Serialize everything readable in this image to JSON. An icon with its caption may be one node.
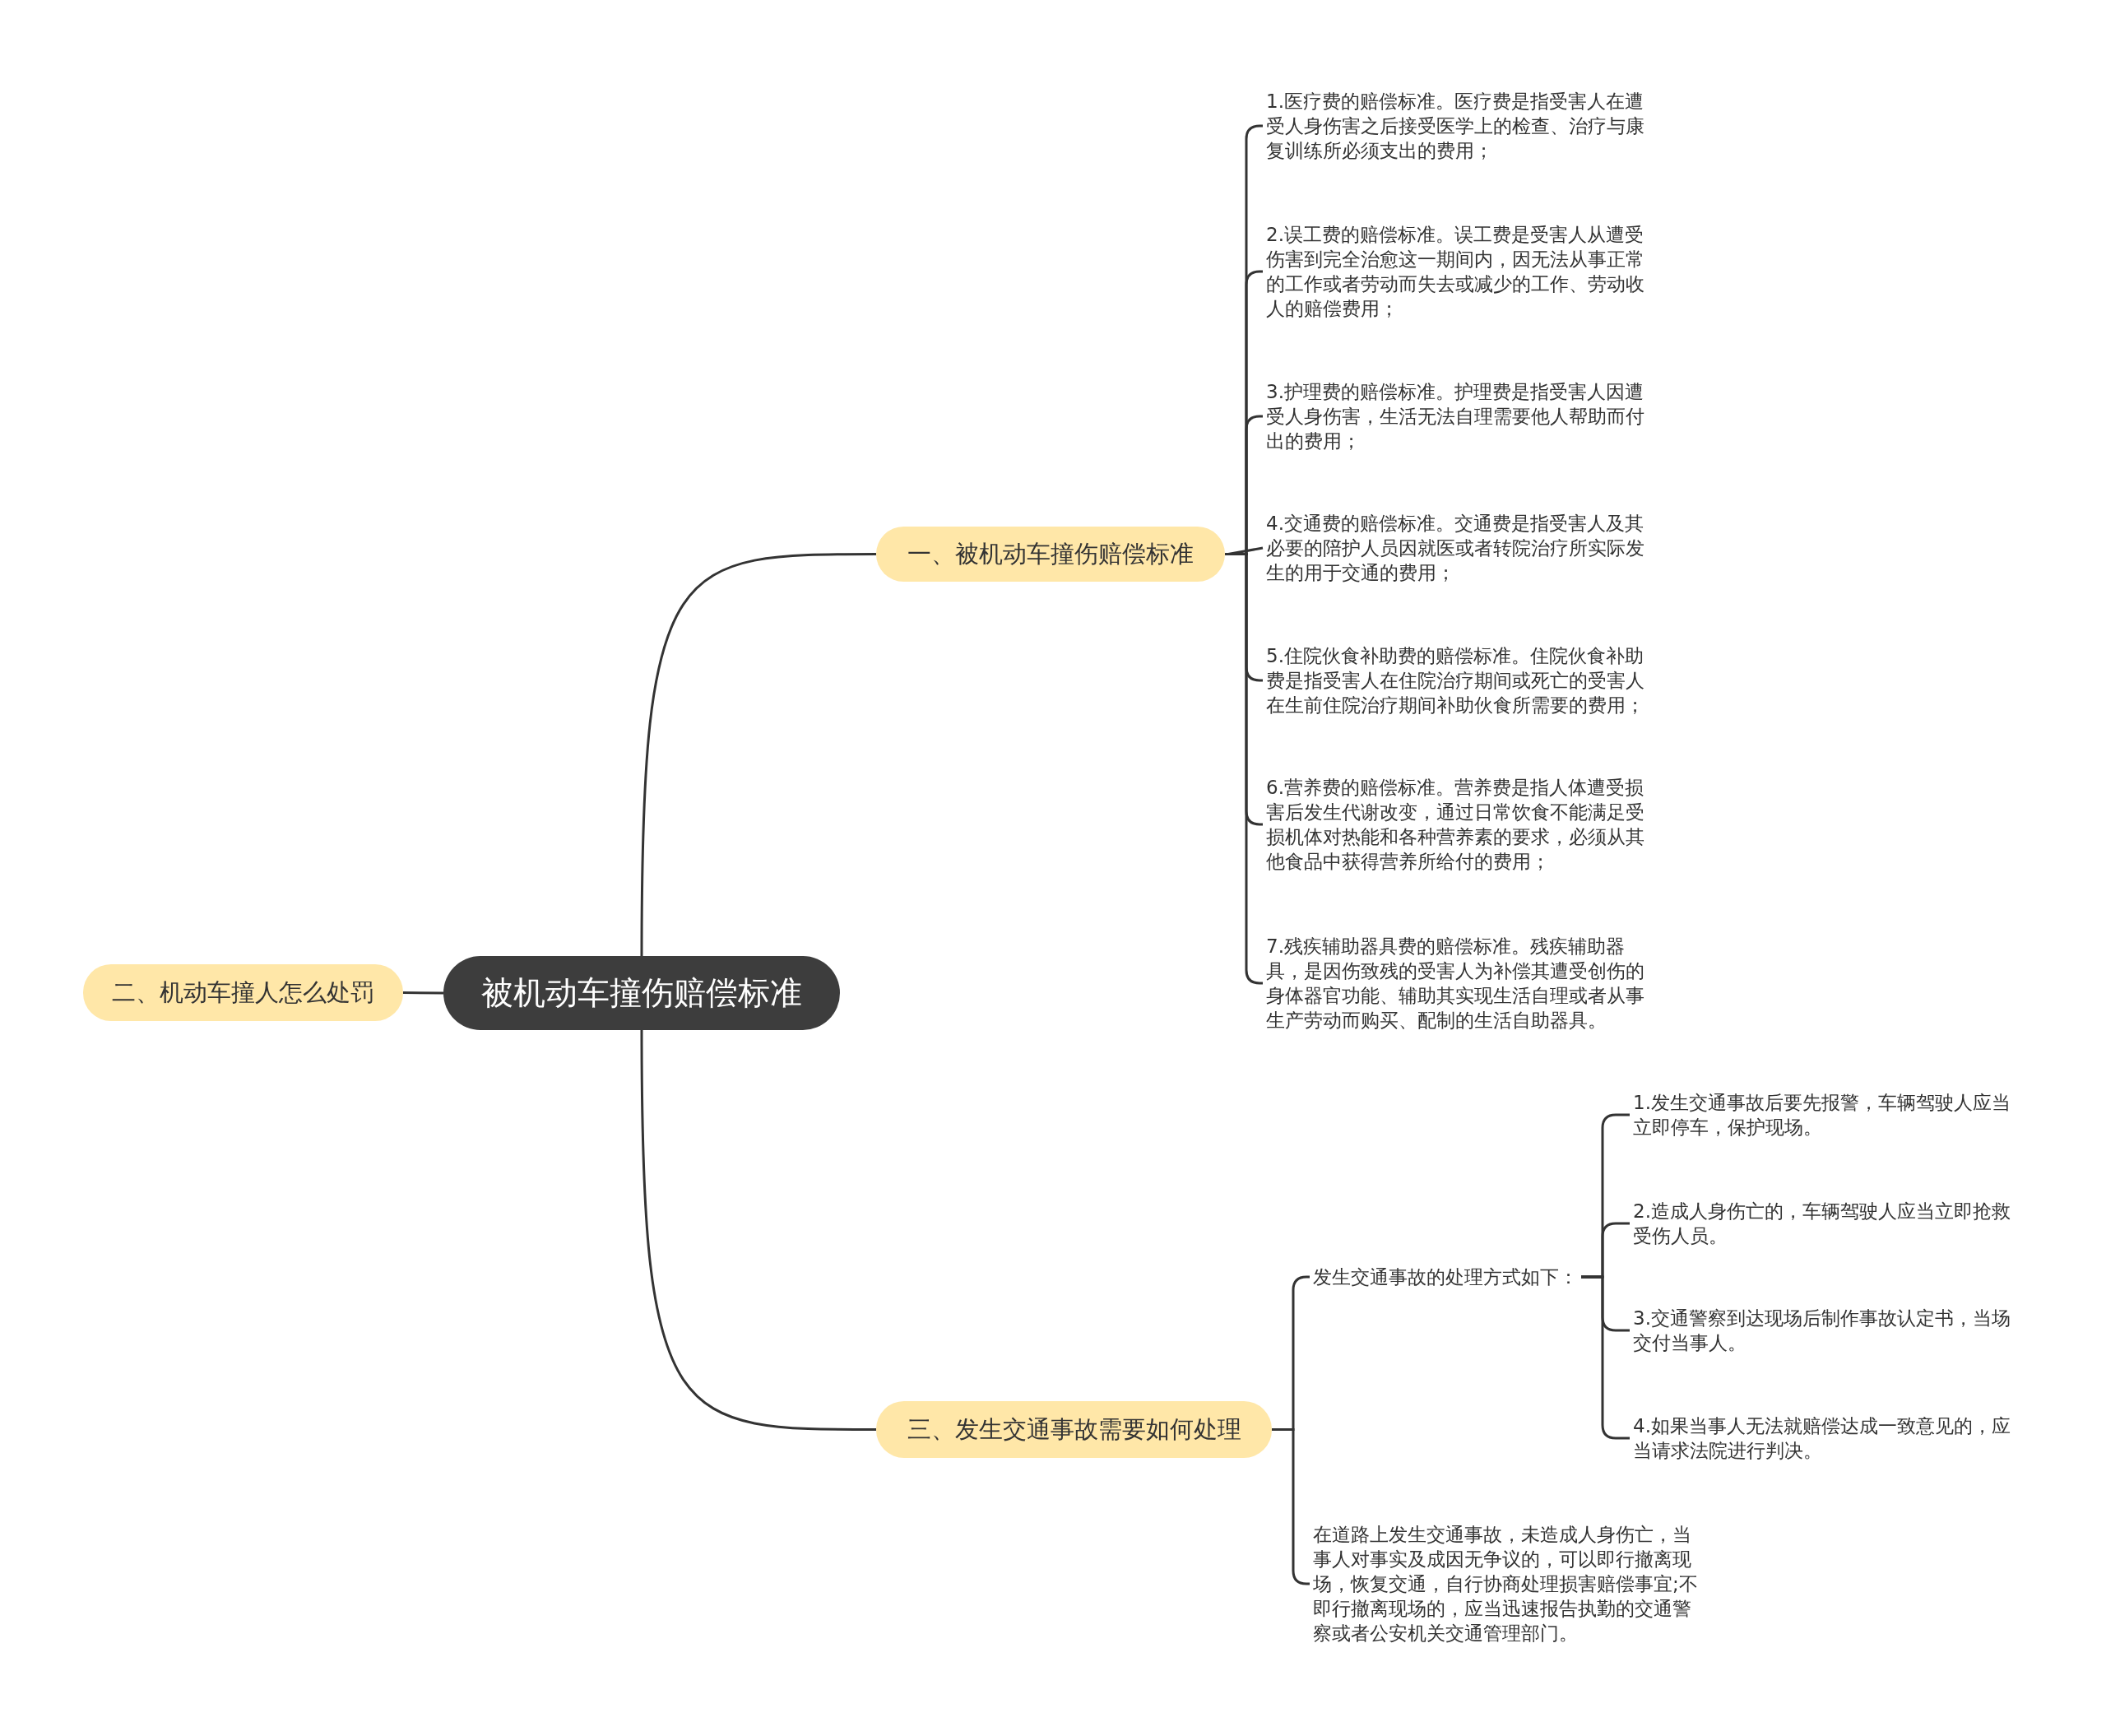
{
  "diagram": {
    "nodes": [
      {
        "text": [
          "被机动车撞伤赔偿标准"
        ]
      },
      {
        "text": [
          "一、被机动车撞伤赔偿标准"
        ]
      },
      {
        "text": [
          "1.医疗费的赔偿标准。医疗费是指受害人在遭受人身伤害之后接受医学上的检查、治疗与康复训练所必须支出的费用；"
        ]
      },
      {
        "text": [
          "2.误工费的赔偿标准。误工费是受害人从遭受伤害到完全治愈这一期间内，因无法从事正常的工作或者劳动而失去或减少的工作、劳动收人的赔偿费用；"
        ]
      },
      {
        "text": [
          "3.护理费的赔偿标准。护理费是指受害人因遭受人身伤害，生活无法自理需要他人帮助而付出的费用；"
        ]
      },
      {
        "text": [
          "4.交通费的赔偿标准。交通费是指受害人及其必要的陪护人员因就医或者转院治疗所实际发生的用于交通的费用；"
        ]
      },
      {
        "text": [
          "5.住院伙食补助费的赔偿标准。住院伙食补助费是指受害人在住院治疗期间或死亡的受害人在生前住院治疗期间补助伙食所需要的费用；"
        ]
      },
      {
        "text": [
          "6.营养费的赔偿标准。营养费是指人体遭受损害后发生代谢改变，通过日常饮食不能满足受损机体对热能和各种营养素的要求，必须从其他食品中获得营养所给付的费用；"
        ]
      },
      {
        "text": [
          "7.残疾辅助器具费的赔偿标准。残疾辅助器具，是因伤致残的受害人为补偿其遭受创伤的身体器官功能、辅助其实现生活自理或者从事生产劳动而购买、配制的生活自助器具。"
        ]
      },
      {
        "text": [
          "二、机动车撞人怎么处罚"
        ]
      },
      {
        "text": [
          "三、发生交通事故需要如何处理"
        ]
      },
      {
        "text": [
          "发生交通事故的处理方式如下："
        ]
      },
      {
        "text": [
          "1.发生交通事故后要先报警，车辆驾驶人应当立即停车，保护现场。"
        ]
      },
      {
        "text": [
          "2.造成人身伤亡的，车辆驾驶人应当立即抢救受伤人员。"
        ]
      },
      {
        "text": [
          "3.交通警察到达现场后制作事故认定书，当场交付当事人。"
        ]
      },
      {
        "text": [
          "4.如果当事人无法就赔偿达成一致意见的，应当请求法院进行判决。"
        ]
      },
      {
        "text": [
          "在道路上发生交通事故，未造成人身伤亡，当事人对事实及成因无争议的，可以即行撤离现场，恢复交通，自行协商处理损害赔偿事宜;不即行撤离现场的，应当迅速报告执勤的交通警察或者公安机关交通管理部门。"
        ]
      }
    ],
    "edges": [
      {
        "from": 0,
        "to": 1,
        "arrow": "none"
      },
      {
        "from": 1,
        "to": 2,
        "arrow": "none"
      },
      {
        "from": 1,
        "to": 3,
        "arrow": "none"
      },
      {
        "from": 1,
        "to": 4,
        "arrow": "none"
      },
      {
        "from": 1,
        "to": 5,
        "arrow": "none"
      },
      {
        "from": 1,
        "to": 6,
        "arrow": "none"
      },
      {
        "from": 1,
        "to": 7,
        "arrow": "none"
      },
      {
        "from": 1,
        "to": 8,
        "arrow": "none"
      },
      {
        "from": 0,
        "to": 9,
        "arrow": "none"
      },
      {
        "from": 0,
        "to": 10,
        "arrow": "none"
      },
      {
        "from": 10,
        "to": 11,
        "arrow": "none"
      },
      {
        "from": 11,
        "to": 12,
        "arrow": "none"
      },
      {
        "from": 11,
        "to": 13,
        "arrow": "none"
      },
      {
        "from": 11,
        "to": 14,
        "arrow": "none"
      },
      {
        "from": 11,
        "to": 15,
        "arrow": "none"
      },
      {
        "from": 10,
        "to": 16,
        "arrow": "none"
      }
    ]
  }
}
